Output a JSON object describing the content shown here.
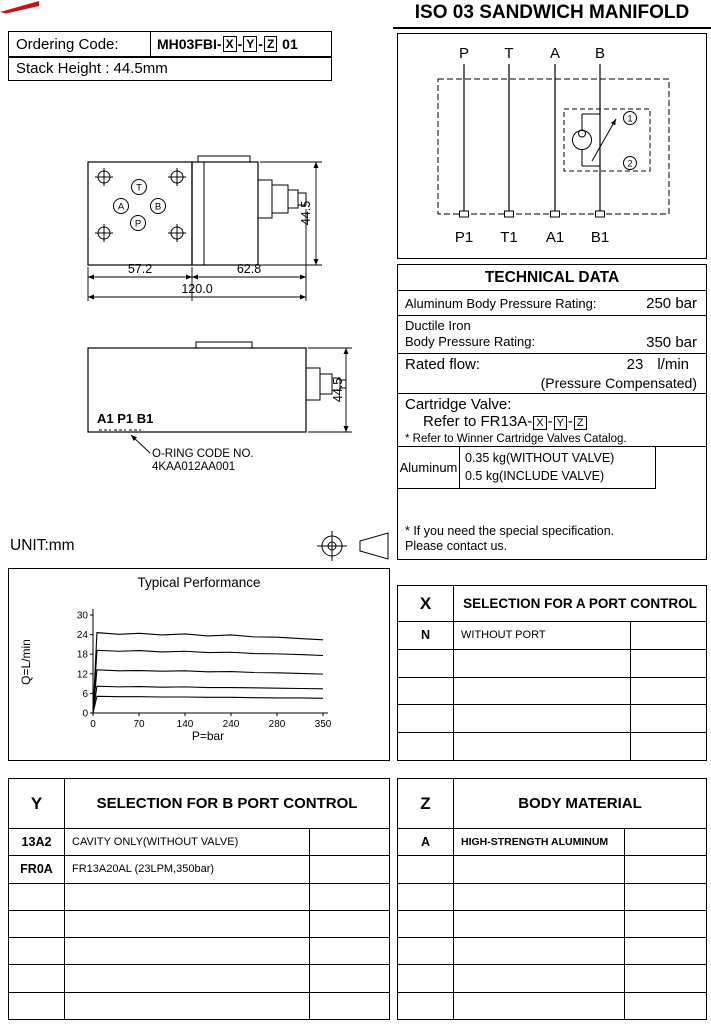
{
  "page": {
    "title": "ISO 03 SANDWICH MANIFOLD",
    "unit": "UNIT:mm"
  },
  "ordering": {
    "label": "Ordering Code:",
    "code_main": "MH03FBI-",
    "x": "X",
    "y": "Y",
    "z": "Z",
    "dash": "-",
    "suffix": " 01",
    "stack": "Stack Height : 44.5mm"
  },
  "schematic": {
    "top_ports": [
      "P",
      "T",
      "A",
      "B"
    ],
    "bottom_ports": [
      "P1",
      "T1",
      "A1",
      "B1"
    ],
    "marker1": "1",
    "marker2": "2"
  },
  "drawing_top": {
    "port_t": "T",
    "port_a": "A",
    "port_b": "B",
    "port_p": "P",
    "dim_left": "57.2",
    "dim_right": "62.8",
    "dim_total": "120.0",
    "dim_height": "44.5"
  },
  "drawing_front": {
    "ports": "A1 P1 B1",
    "dim_height": "44.5",
    "oring1": "O-RING CODE NO.",
    "oring2": "4KAA012AA001"
  },
  "technical": {
    "title": "TECHNICAL DATA",
    "r1_label": "Aluminum Body Pressure Rating:",
    "r1_value": "250 bar",
    "r2_label1": "Ductile Iron",
    "r2_label2": "Body Pressure Rating:",
    "r2_value": "350 bar",
    "r3_label": "Rated flow:",
    "r3_value": "23",
    "r3_unit": "l/min",
    "r3_note": "(Pressure Compensated)",
    "r4_label": "Cartridge Valve:",
    "r4_prefix": "Refer to FR13A-",
    "x": "X",
    "y": "Y",
    "z": "Z",
    "dash": "-",
    "r4_note": "* Refer to Winner Cartridge Valves Catalog.",
    "weight_material": "Aluminum",
    "weight1": "0.35  kg(WITHOUT VALVE)",
    "weight2": "0.5    kg(INCLUDE VALVE)",
    "foot1": "* If you need the special specification.",
    "foot2": "Please contact us."
  },
  "chart_data": {
    "type": "line",
    "title": "Typical Performance",
    "xlabel": "P=bar",
    "ylabel": "Q=L/min",
    "xlim": [
      0,
      350
    ],
    "ylim": [
      0,
      30
    ],
    "xtick_labels": [
      "0",
      "70",
      "140",
      "240",
      "280",
      "350"
    ],
    "yticks": [
      0,
      6,
      12,
      18,
      24,
      30
    ],
    "grid": false,
    "legend": "none",
    "x": [
      0,
      6,
      40,
      70,
      105,
      140,
      175,
      210,
      245,
      280,
      315,
      350
    ],
    "series": [
      {
        "name": "flow-24",
        "values": [
          0,
          24.6,
          24.1,
          24.4,
          23.9,
          24.2,
          23.6,
          23.9,
          23.3,
          23.2,
          22.8,
          22.4
        ]
      },
      {
        "name": "flow-19",
        "values": [
          0,
          19.2,
          18.9,
          19.1,
          18.7,
          18.9,
          18.5,
          18.6,
          18.2,
          18.1,
          17.9,
          17.6
        ]
      },
      {
        "name": "flow-13",
        "values": [
          0,
          13.2,
          12.9,
          13.0,
          12.8,
          12.9,
          12.6,
          12.7,
          12.4,
          12.3,
          12.1,
          11.9
        ]
      },
      {
        "name": "flow-8",
        "values": [
          0,
          8.2,
          8.0,
          8.1,
          7.9,
          8.0,
          7.8,
          7.8,
          7.7,
          7.6,
          7.5,
          7.4
        ]
      },
      {
        "name": "flow-5",
        "values": [
          0,
          5.1,
          5.0,
          5.0,
          4.9,
          4.9,
          4.8,
          4.8,
          4.7,
          4.6,
          4.6,
          4.5
        ]
      }
    ]
  },
  "table_x": {
    "code": "X",
    "header": "SELECTION FOR A PORT CONTROL",
    "rows": [
      {
        "code": "N",
        "desc": "WITHOUT PORT",
        "extra": ""
      },
      {
        "code": "",
        "desc": "",
        "extra": ""
      },
      {
        "code": "",
        "desc": "",
        "extra": ""
      },
      {
        "code": "",
        "desc": "",
        "extra": ""
      },
      {
        "code": "",
        "desc": "",
        "extra": ""
      }
    ]
  },
  "table_y": {
    "code": "Y",
    "header": "SELECTION FOR B PORT CONTROL",
    "rows": [
      {
        "code": "13A2",
        "desc": "CAVITY ONLY(WITHOUT VALVE)",
        "extra": ""
      },
      {
        "code": "FR0A",
        "desc": "FR13A20AL (23LPM,350bar)",
        "extra": ""
      },
      {
        "code": "",
        "desc": "",
        "extra": ""
      },
      {
        "code": "",
        "desc": "",
        "extra": ""
      },
      {
        "code": "",
        "desc": "",
        "extra": ""
      },
      {
        "code": "",
        "desc": "",
        "extra": ""
      },
      {
        "code": "",
        "desc": "",
        "extra": ""
      }
    ]
  },
  "table_z": {
    "code": "Z",
    "header": "BODY MATERIAL",
    "rows": [
      {
        "code": "A",
        "desc": "HIGH-STRENGTH ALUMINUM",
        "extra": ""
      },
      {
        "code": "",
        "desc": "",
        "extra": ""
      },
      {
        "code": "",
        "desc": "",
        "extra": ""
      },
      {
        "code": "",
        "desc": "",
        "extra": ""
      },
      {
        "code": "",
        "desc": "",
        "extra": ""
      },
      {
        "code": "",
        "desc": "",
        "extra": ""
      },
      {
        "code": "",
        "desc": "",
        "extra": ""
      }
    ]
  }
}
